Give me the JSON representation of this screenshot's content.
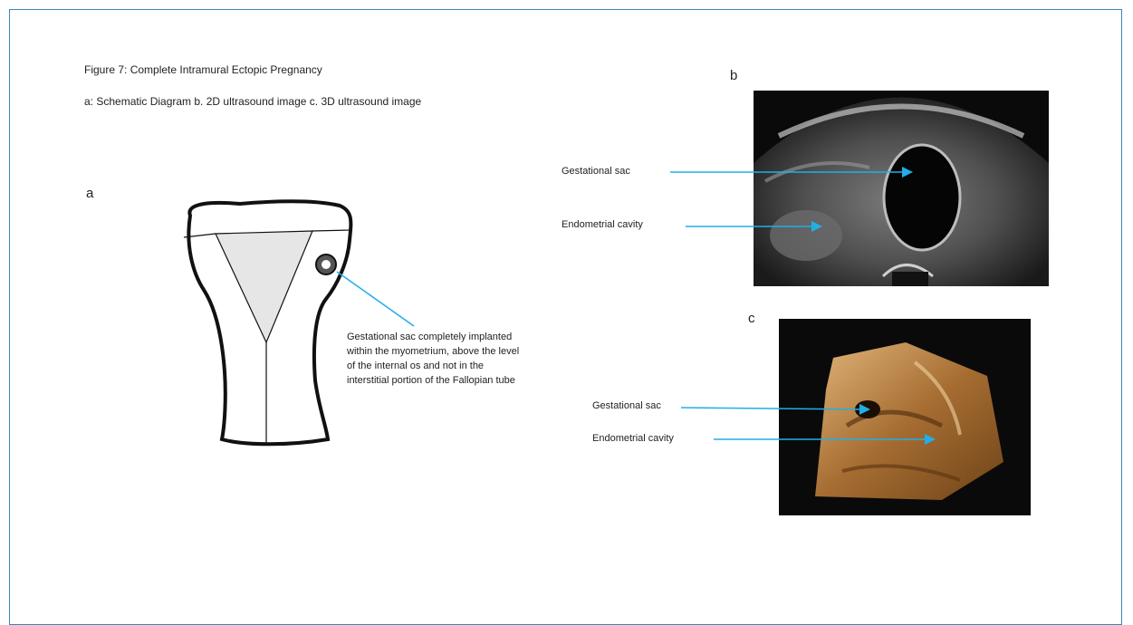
{
  "figure": {
    "title": "Figure 7: Complete Intramural Ectopic Pregnancy",
    "subtitle": "a: Schematic Diagram   b. 2D ultrasound image  c. 3D ultrasound image"
  },
  "panels": {
    "a": {
      "letter": "a",
      "description": "Gestational sac completely implanted within the myometrium, above the level of the internal os and not in the interstitial portion of the Fallopian tube"
    },
    "b": {
      "letter": "b",
      "labels": [
        "Gestational sac",
        "Endometrial cavity"
      ]
    },
    "c": {
      "letter": "c",
      "labels": [
        "Gestational sac",
        "Endometrial cavity"
      ]
    }
  },
  "colors": {
    "arrow": "#22aee6",
    "border": "#3a87b8",
    "cavity_fill": "#e6e6e6",
    "ultrasound_bg": "#0a0a0a",
    "render_3d": "#b07a3a"
  },
  "icons": [
    "arrow-icon",
    "gestational-sac-ring-icon"
  ]
}
